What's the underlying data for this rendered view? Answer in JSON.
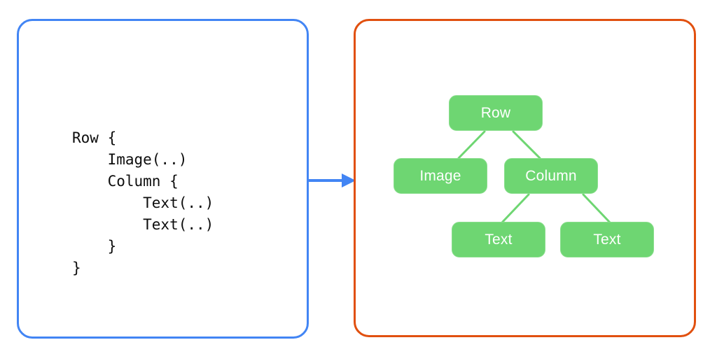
{
  "diagram": {
    "type": "code-to-ui-tree",
    "left_panel": {
      "name": "code-panel",
      "border_color": "#4285f4",
      "code": "Row {\n    Image(..)\n    Column {\n        Text(..)\n        Text(..)\n    }\n}",
      "code_lines": [
        "Row {",
        "    Image(..)",
        "    Column {",
        "        Text(..)",
        "        Text(..)",
        "    }",
        "}"
      ]
    },
    "arrow": {
      "name": "flow-arrow",
      "direction": "right",
      "color": "#4285f4"
    },
    "right_panel": {
      "name": "tree-panel",
      "border_color": "#e1500f",
      "node_fill": "#6ed672",
      "node_border": "#8ade8d",
      "node_text_color": "#ffffff",
      "edge_color": "#6ed672",
      "nodes": [
        {
          "id": "row",
          "label": "Row",
          "level": 0
        },
        {
          "id": "image",
          "label": "Image",
          "level": 1
        },
        {
          "id": "column",
          "label": "Column",
          "level": 1
        },
        {
          "id": "text1",
          "label": "Text",
          "level": 2
        },
        {
          "id": "text2",
          "label": "Text",
          "level": 2
        }
      ],
      "edges": [
        {
          "from": "row",
          "to": "image"
        },
        {
          "from": "row",
          "to": "column"
        },
        {
          "from": "column",
          "to": "text1"
        },
        {
          "from": "column",
          "to": "text2"
        }
      ]
    }
  }
}
